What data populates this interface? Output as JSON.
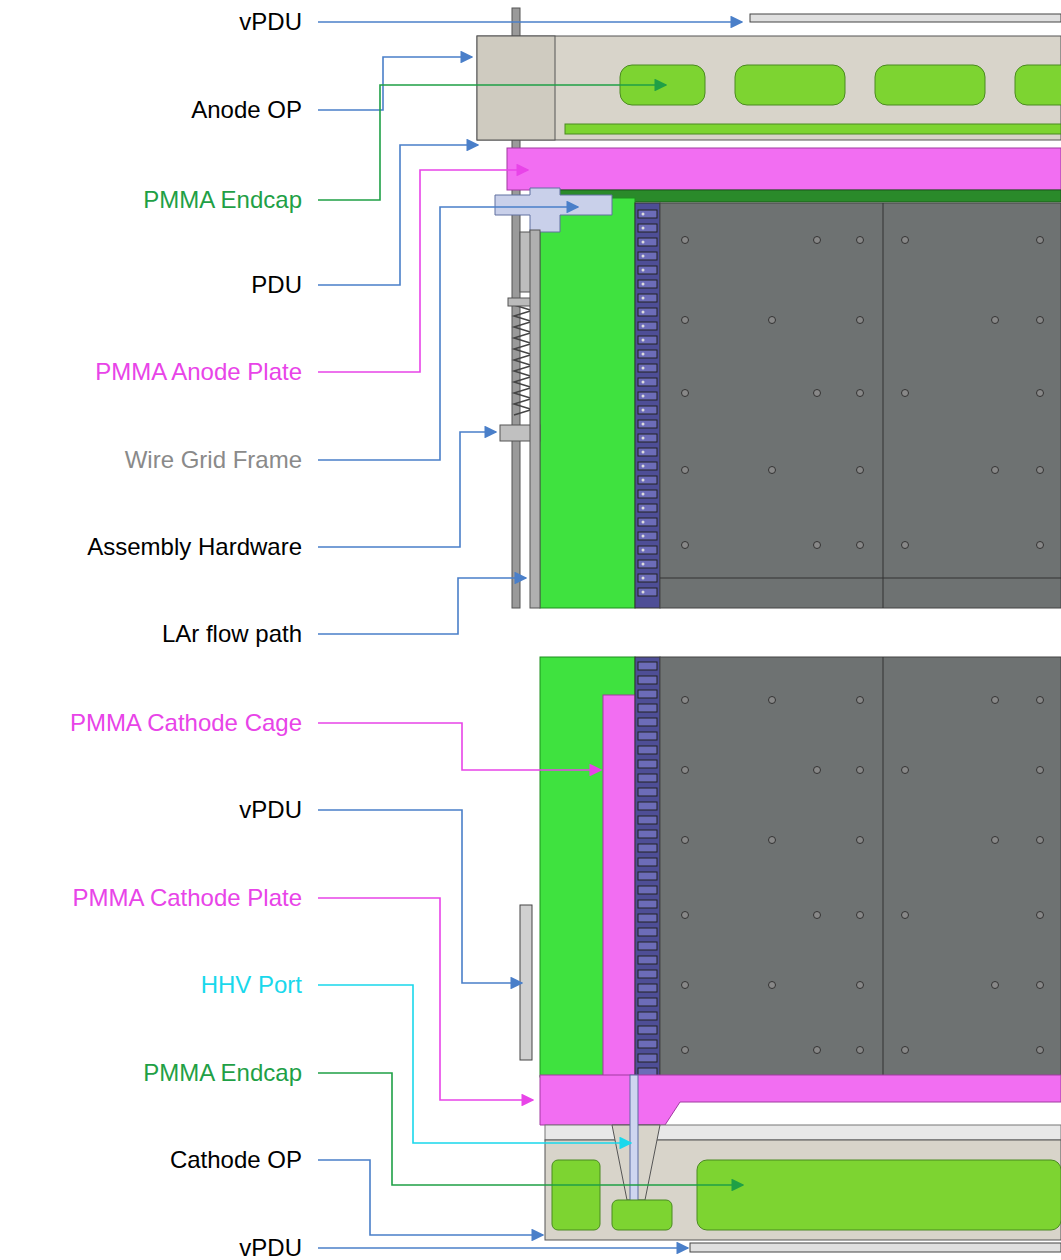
{
  "diagram": {
    "labels": [
      "vPDU",
      "Anode OP",
      "PMMA Endcap",
      "PDU",
      "PMMA Anode Plate",
      "Wire Grid Frame",
      "Assembly Hardware",
      "LAr flow path",
      "PMMA Cathode Cage",
      "vPDU",
      "PMMA Cathode Plate",
      "HHV Port",
      "PMMA Endcap",
      "Cathode OP",
      "vPDU"
    ]
  }
}
